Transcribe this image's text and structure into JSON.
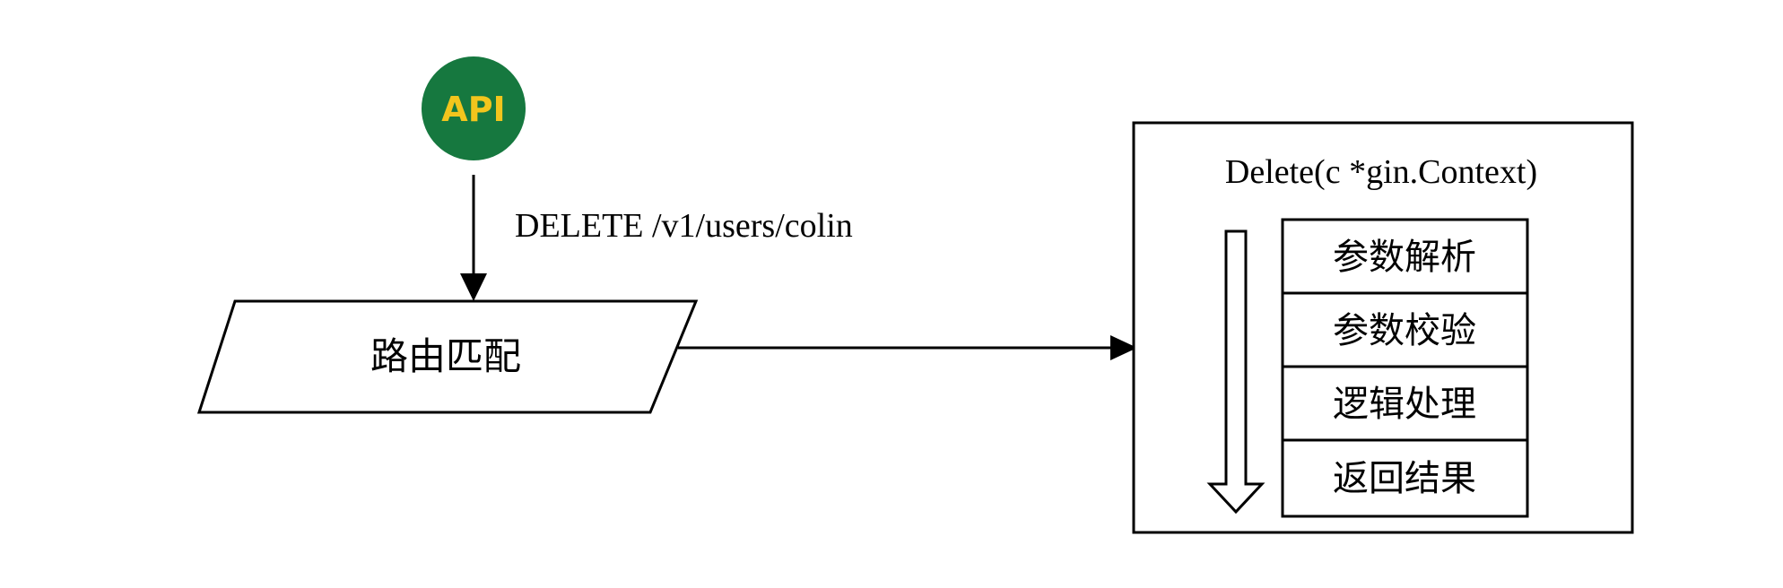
{
  "api_badge": {
    "label": "API",
    "bg_color": "#16783f",
    "text_color": "#f2c51d"
  },
  "request": {
    "label": "DELETE /v1/users/colin"
  },
  "router": {
    "label": "路由匹配"
  },
  "handler": {
    "signature": "Delete(c *gin.Context)",
    "steps": [
      "参数解析",
      "参数校验",
      "逻辑处理",
      "返回结果"
    ]
  }
}
